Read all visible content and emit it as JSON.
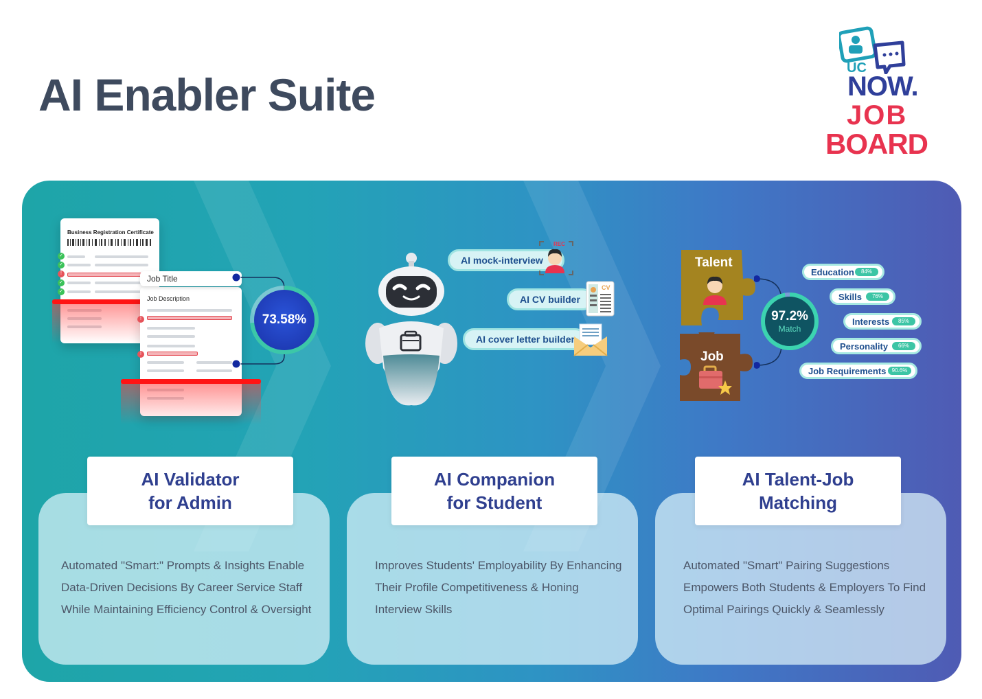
{
  "page": {
    "title": "AI Enabler Suite"
  },
  "logo": {
    "uc": "UC",
    "now": "NOW.",
    "job": "JOB",
    "board": "BOARD"
  },
  "validator": {
    "doc_title": "Business Registration Certificate",
    "job_title_label": "Job Title",
    "job_desc_label": "Job Description",
    "score": "73.58%"
  },
  "companion": {
    "features": [
      "AI mock-interview",
      "AI CV builder",
      "AI cover letter builder"
    ],
    "rec_label": "REC",
    "cv_label": "CV"
  },
  "matching": {
    "talent_label": "Talent",
    "job_label": "Job",
    "score": "97.2%",
    "score_label": "Match",
    "criteria": [
      {
        "label": "Education",
        "pct": "84%"
      },
      {
        "label": "Skills",
        "pct": "76%"
      },
      {
        "label": "Interests",
        "pct": "85%"
      },
      {
        "label": "Personality",
        "pct": "66%"
      },
      {
        "label": "Job Requirements",
        "pct": "90.6%"
      }
    ]
  },
  "cards": [
    {
      "title1": "AI Validator",
      "title2": "for Admin",
      "desc": [
        "Automated \"Smart:\" Prompts & Insights Enable",
        "Data-Driven Decisions By Career Service Staff",
        "While Maintaining Efficiency Control & Oversight"
      ]
    },
    {
      "title1": "AI Companion",
      "title2": "for Student",
      "desc": [
        "Improves Students' Employability By Enhancing",
        "Their Profile Competitiveness & Honing",
        "Interview Skills"
      ]
    },
    {
      "title1": "AI Talent-Job",
      "title2": "Matching",
      "desc": [
        "Automated \"Smart\" Pairing Suggestions",
        "Empowers Both Students & Employers To Find",
        "Optimal Pairings Quickly & Seamlessly"
      ]
    }
  ]
}
